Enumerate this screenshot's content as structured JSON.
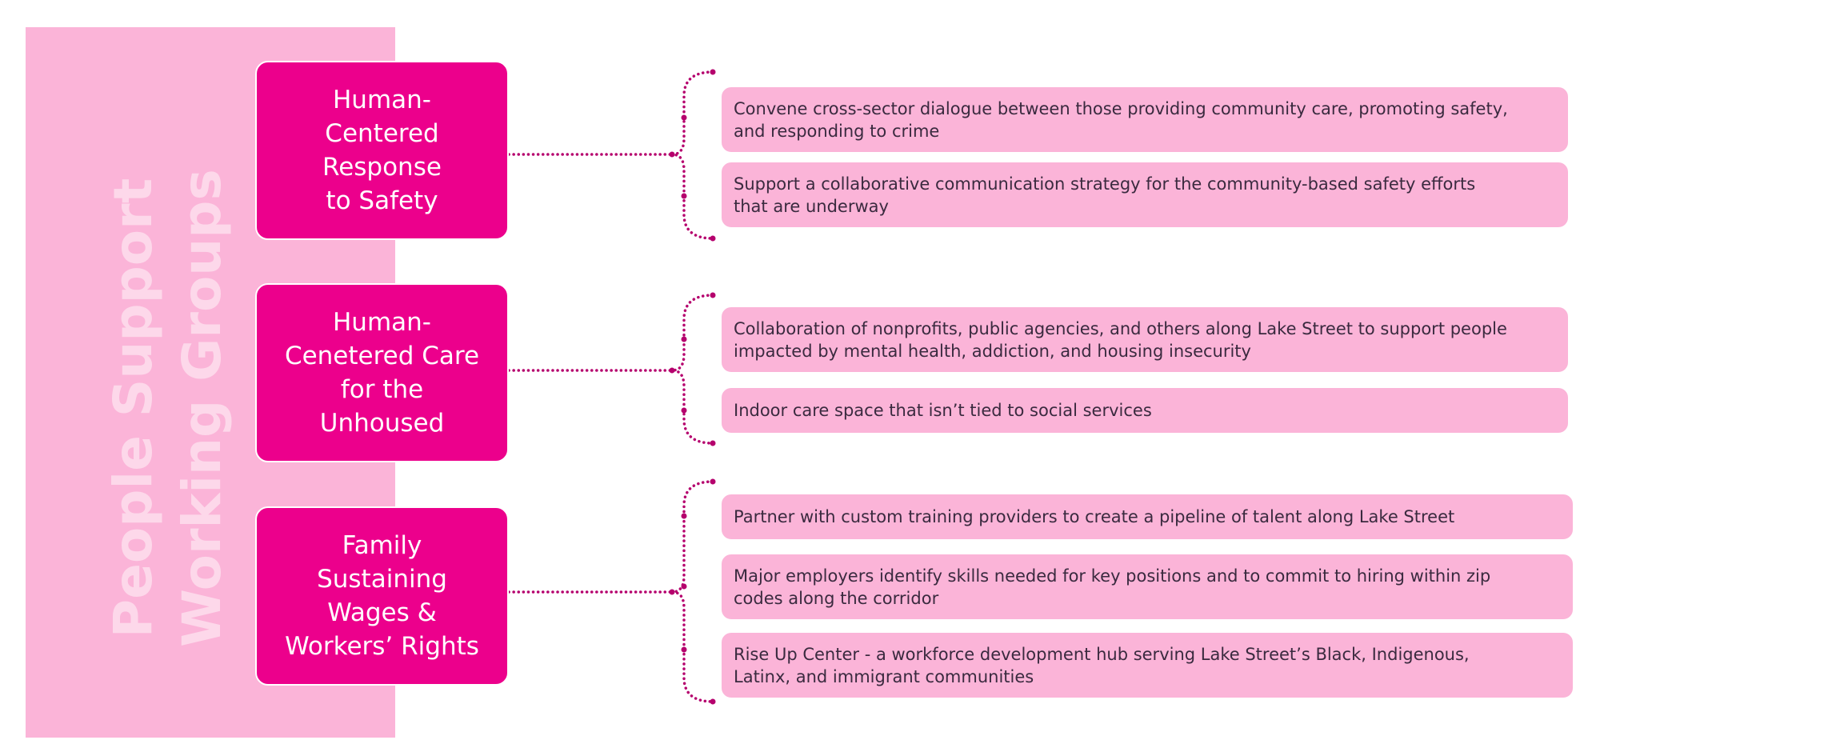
{
  "sidebar": {
    "title_line1": "People Support",
    "title_line2": "Working Groups"
  },
  "groups": [
    {
      "title": "Human-Centered Response to Safety",
      "items": [
        "Convene cross-sector dialogue between those providing community care, promoting safety, and responding to crime",
        "Support a collaborative communication strategy for the community-based safety efforts that are underway"
      ]
    },
    {
      "title": "Human-Cenetered Care for the Unhoused",
      "items": [
        "Collaboration of nonprofits, public agencies, and others along Lake Street to support people impacted by mental health, addiction, and housing insecurity",
        "Indoor care space that isn’t tied to social services"
      ]
    },
    {
      "title": "Family Sustaining Wages & Workers’ Rights",
      "items": [
        "Partner with custom training providers to create a pipeline of talent along Lake Street",
        "Major employers identify skills needed for key positions and to commit to hiring within zip codes along the corridor",
        "Rise Up Center - a workforce development hub serving Lake Street’s Black, Indigenous, Latinx, and immigrant communities"
      ]
    }
  ],
  "colors": {
    "accent": "#ec008c",
    "light": "#fbb4d8",
    "title_fade": "#fdd8ea",
    "connector": "#b5006d",
    "text_dark": "#3a2a3f"
  }
}
